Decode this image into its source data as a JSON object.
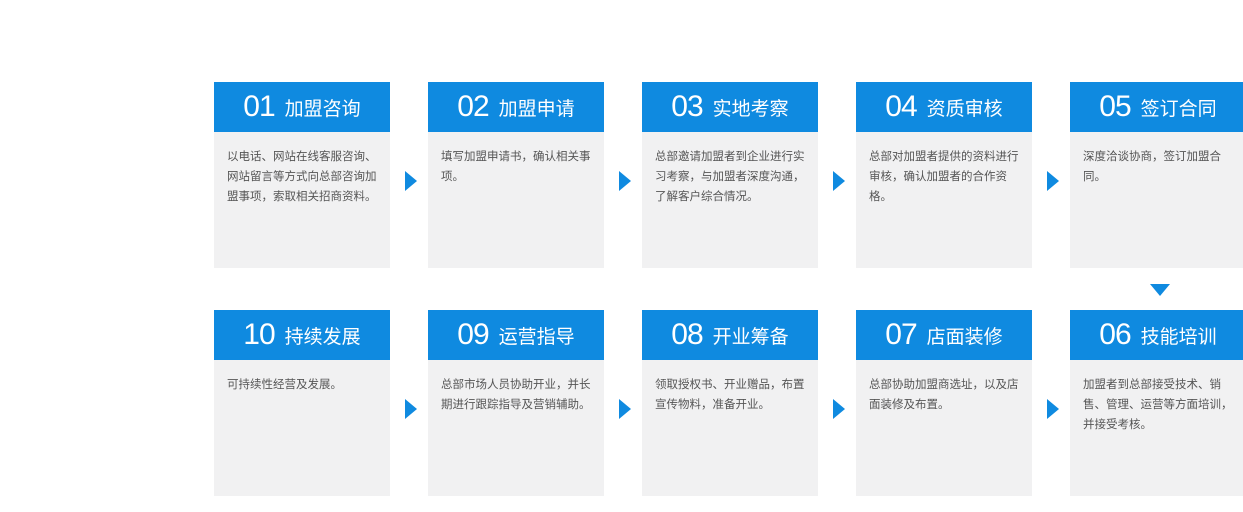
{
  "colors": {
    "header": "#0f8ae0",
    "body": "#f1f1f2",
    "arrow": "#0f8ae0"
  },
  "steps": [
    {
      "num": "01",
      "title": "加盟咨询",
      "text": "以电话、网站在线客服咨询、网站留言等方式向总部咨询加盟事项，索取相关招商资料。"
    },
    {
      "num": "02",
      "title": "加盟申请",
      "text": "填写加盟申请书，确认相关事项。"
    },
    {
      "num": "03",
      "title": "实地考察",
      "text": "总部邀请加盟者到企业进行实习考察，与加盟者深度沟通，了解客户综合情况。"
    },
    {
      "num": "04",
      "title": "资质审核",
      "text": "总部对加盟者提供的资料进行审核，确认加盟者的合作资格。"
    },
    {
      "num": "05",
      "title": "签订合同",
      "text": "深度洽谈协商，签订加盟合同。"
    },
    {
      "num": "06",
      "title": "技能培训",
      "text": "加盟者到总部接受技术、销售、管理、运营等方面培训，并接受考核。"
    },
    {
      "num": "07",
      "title": "店面装修",
      "text": "总部协助加盟商选址，以及店面装修及布置。"
    },
    {
      "num": "08",
      "title": "开业筹备",
      "text": "领取授权书、开业赠品，布置宣传物料，准备开业。"
    },
    {
      "num": "09",
      "title": "运营指导",
      "text": "总部市场人员协助开业，并长期进行跟踪指导及营销辅助。"
    },
    {
      "num": "10",
      "title": "持续发展",
      "text": "可持续性经营及发展。"
    }
  ]
}
